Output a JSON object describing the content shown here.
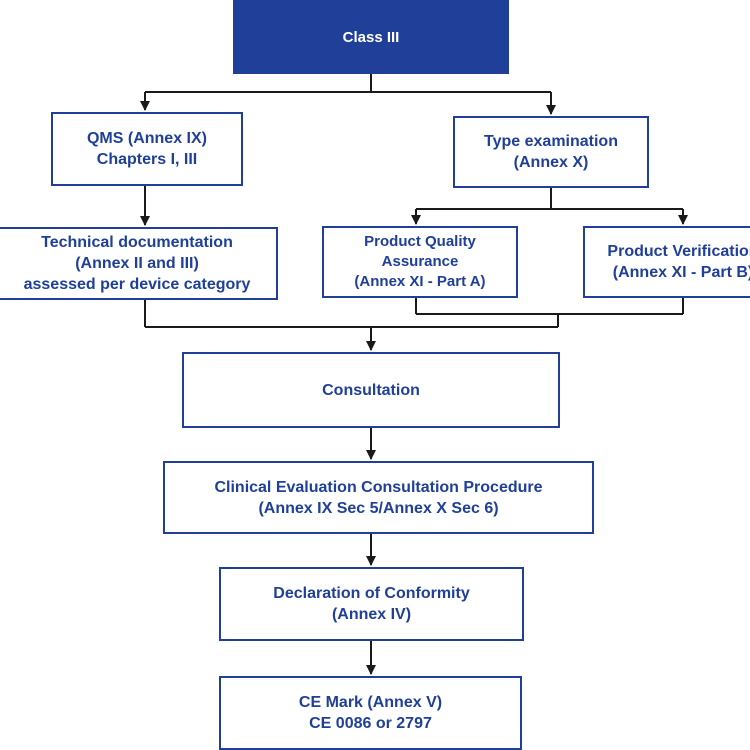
{
  "diagram": {
    "root": {
      "lines": [
        "Class III"
      ]
    },
    "qms": {
      "lines": [
        "QMS (Annex IX)",
        "Chapters I, III"
      ]
    },
    "type_exam": {
      "lines": [
        "Type examination",
        "(Annex X)"
      ]
    },
    "tech_doc": {
      "lines": [
        "Technical documentation",
        "(Annex II and III)",
        "assessed per device category"
      ]
    },
    "pqa": {
      "lines": [
        "Product Quality",
        "Assurance",
        "(Annex XI - Part A)"
      ]
    },
    "pv": {
      "lines": [
        "Product Verification",
        "(Annex XI - Part B)"
      ]
    },
    "consultation": {
      "lines": [
        "Consultation"
      ]
    },
    "clinical": {
      "lines": [
        "Clinical Evaluation Consultation Procedure",
        "(Annex IX Sec 5/Annex X Sec 6)"
      ]
    },
    "doc": {
      "lines": [
        "Declaration of Conformity",
        "(Annex IV)"
      ]
    },
    "ce": {
      "lines": [
        "CE Mark (Annex V)",
        "CE 0086 or 2797"
      ]
    }
  },
  "colors": {
    "accent": "#1f3f99",
    "line": "#1a1a1a",
    "background": "#ffffff"
  }
}
